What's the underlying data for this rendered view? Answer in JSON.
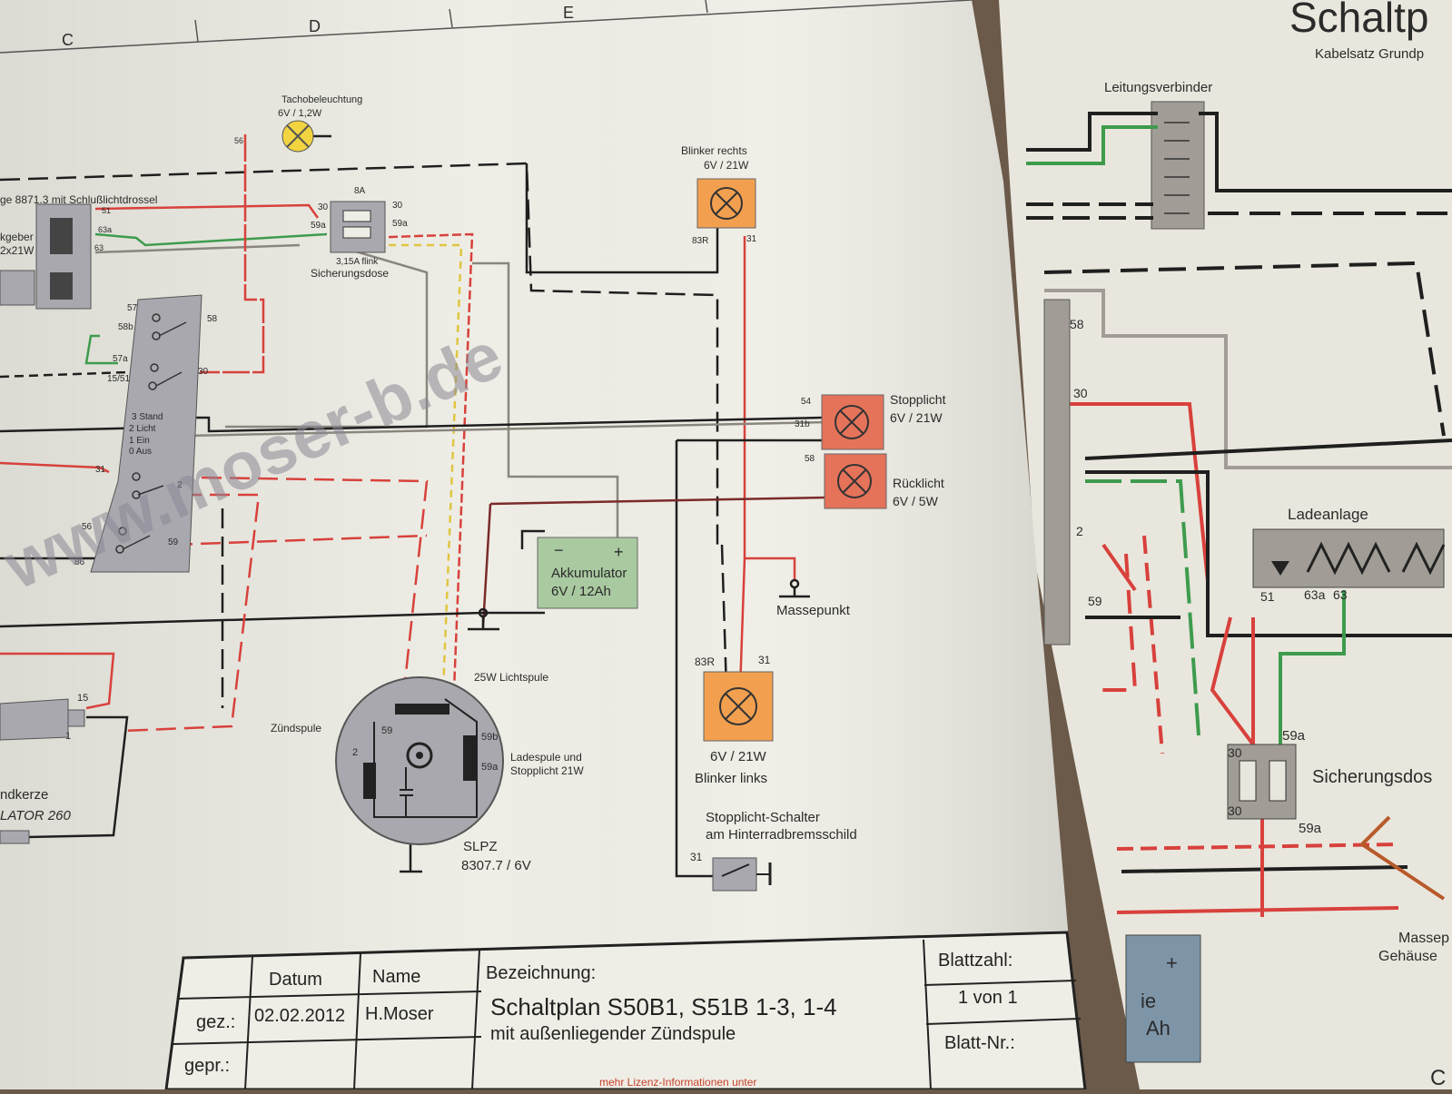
{
  "grid_columns": [
    "C",
    "D",
    "E"
  ],
  "watermark": "www.moser-b.de",
  "main_sheet": {
    "partial_left_labels": [
      "ge 8871.3 mit Schlußlichtdrossel",
      "kgeber",
      "2x21W",
      "ndkerze",
      "LATOR 260"
    ],
    "tacho_lamp": {
      "title": "Tachobeleuchtung",
      "rating": "6V / 1,2W",
      "terminal": "56"
    },
    "blinker_right": {
      "title": "Blinker rechts",
      "rating": "6V / 21W",
      "terminal_left": "83R",
      "terminal_right": "31"
    },
    "fuse_box": {
      "label": "Sicherungsdose",
      "fuse": "3,15A flink",
      "top": "8A",
      "t30a": "30",
      "t30b": "30",
      "t59a": "59a",
      "t59b": "59a"
    },
    "connector_terms": [
      "51",
      "63a",
      "63"
    ],
    "switch": {
      "terms": [
        "57",
        "58b",
        "58",
        "57a",
        "15/51",
        "30",
        "31",
        "2",
        "56",
        "86",
        "59"
      ],
      "positions": [
        "3 Stand",
        "2 Licht",
        "1 Ein",
        "0 Aus"
      ]
    },
    "stop_light": {
      "title": "Stopplicht",
      "rating": "6V / 21W",
      "t1": "54",
      "t2": "31b"
    },
    "rear_light": {
      "title": "Rücklicht",
      "rating": "6V / 5W",
      "t1": "58"
    },
    "battery": {
      "title": "Akkumulator",
      "rating": "6V / 12Ah",
      "minus": "−",
      "plus": "+"
    },
    "ground_point": "Massepunkt",
    "blinker_left": {
      "rating": "6V / 21W",
      "title": "Blinker links",
      "terminal_left": "83R",
      "terminal_right": "31"
    },
    "stop_switch": {
      "title1": "Stopplicht-Schalter",
      "title2": "am Hinterradbremsschild",
      "terminal": "31"
    },
    "generator": {
      "light_coil": "25W Lichtspule",
      "charge_coil1": "Ladespule und",
      "charge_coil2": "Stopplicht 21W",
      "name": "SLPZ",
      "model": "8307.7 / 6V",
      "terms": [
        "59",
        "2",
        "59b",
        "59a"
      ]
    },
    "ignition_coil": {
      "label": "Zündspule",
      "t15": "15",
      "t1": "1"
    },
    "title_block": {
      "datum_header": "Datum",
      "name_header": "Name",
      "drawn_label": "gez.:",
      "checked_label": "gepr.:",
      "date": "02.02.2012",
      "author": "H.Moser",
      "designation_label": "Bezeichnung:",
      "title": "Schaltplan S50B1, S51B 1-3, 1-4",
      "subtitle": "mit außenliegender Zündspule",
      "sheets_label": "Blattzahl:",
      "sheets_value": "1 von 1",
      "sheet_no_label": "Blatt-Nr.:",
      "license_note": "mehr Lizenz-Informationen unter"
    }
  },
  "second_sheet": {
    "title": "Schaltp",
    "subtitle": "Kabelsatz Grundp",
    "connector": "Leitungsverbinder",
    "terms": [
      "58",
      "30",
      "2",
      "59"
    ],
    "charging": {
      "label": "Ladeanlage",
      "terms": [
        "51",
        "63a",
        "63"
      ]
    },
    "fuse": {
      "label": "Sicherungsdos",
      "t59a_top": "59a",
      "t30_top": "30",
      "t30_bot": "30",
      "t59a_bot": "59a"
    },
    "ground1": "Massep",
    "ground2": "Gehäuse",
    "battery_partial": {
      "line1": "ie",
      "line2": "Ah",
      "plus": "+"
    },
    "copyright_partial": "C"
  },
  "colors": {
    "paper": "#efeee6",
    "red": "#d8413c",
    "black": "#1f1f1f",
    "green": "#3e9b4e",
    "grey": "#8a867e",
    "yellow": "#e0c540",
    "blinker_orange": "#f2a04f",
    "stop_red": "#e5735a",
    "battery_green": "#a9c9a0",
    "switch_grey": "#9a9aa0"
  }
}
